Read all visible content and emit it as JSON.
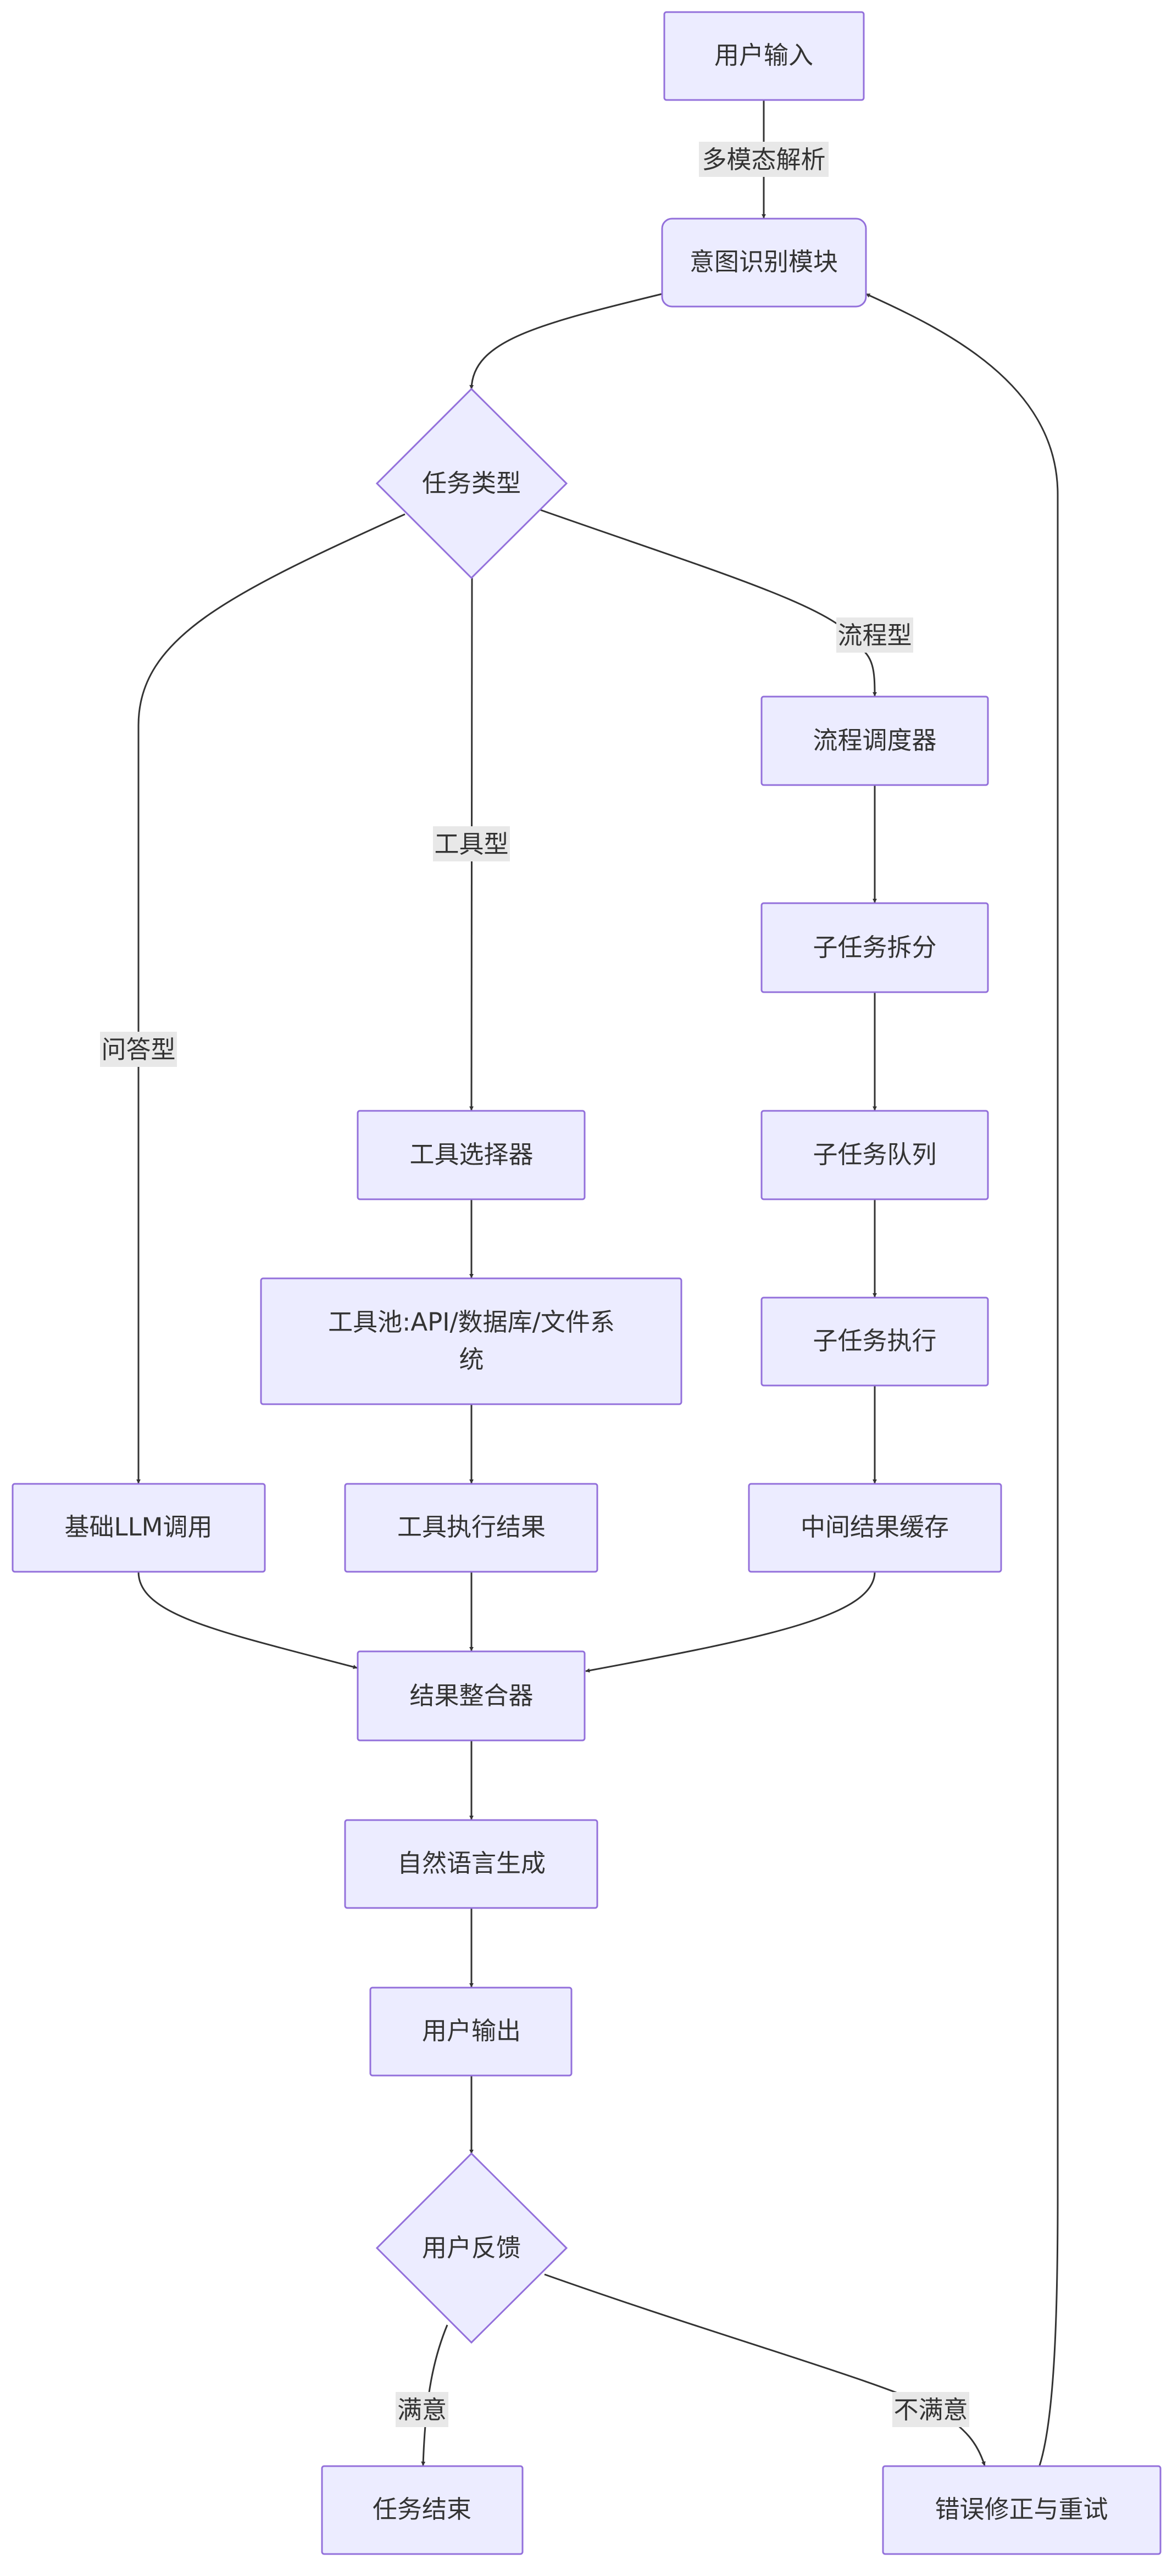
{
  "nodes": {
    "user_input": "用户输入",
    "intent_module": "意图识别模块",
    "task_type": "任务类型",
    "flow_scheduler": "流程调度器",
    "subtask_split": "子任务拆分",
    "subtask_queue": "子任务队列",
    "subtask_exec": "子任务执行",
    "intermediate_cache": "中间结果缓存",
    "tool_selector": "工具选择器",
    "tool_pool_line1": "工具池:API/数据库/文件系",
    "tool_pool_line2": "统",
    "tool_result": "工具执行结果",
    "llm_call": "基础LLM调用",
    "result_integrator": "结果整合器",
    "nlg": "自然语言生成",
    "user_output": "用户输出",
    "user_feedback": "用户反馈",
    "task_end": "任务结束",
    "error_retry": "错误修正与重试"
  },
  "edge_labels": {
    "multimodal": "多模态解析",
    "flow_type": "流程型",
    "tool_type": "工具型",
    "qa_type": "问答型",
    "satisfied": "满意",
    "unsatisfied": "不满意"
  },
  "colors": {
    "node_fill": "#ececff",
    "node_stroke": "#9370db",
    "edge": "#333333",
    "label_bg": "#e8e8e8"
  }
}
